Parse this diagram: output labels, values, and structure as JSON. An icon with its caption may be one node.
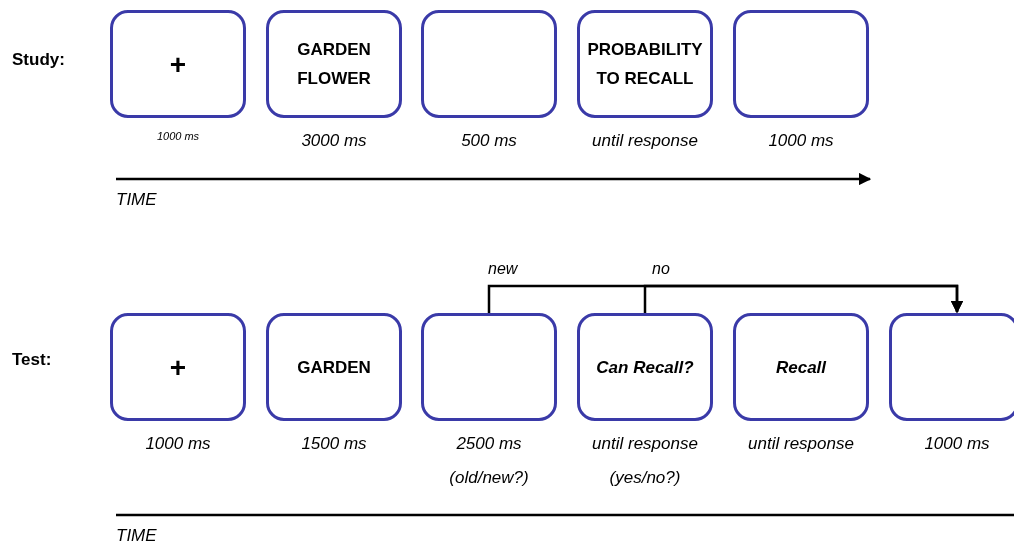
{
  "diagram": {
    "nodes": [
      {
        "text": [
          "+"
        ],
        "beside": [
          "1000 ms"
        ]
      },
      {
        "text": [
          "GARDEN FLOWER"
        ],
        "beside": [
          "3000 ms"
        ]
      },
      {
        "text": [],
        "shape": "box",
        "beside": [
          "500 ms"
        ]
      },
      {
        "text": [
          "PROBABILITY TO RECALL"
        ],
        "beside": [
          "until response"
        ]
      },
      {
        "text": [],
        "shape": "box",
        "beside": [
          "1000 ms"
        ]
      },
      {
        "text": [
          "+"
        ],
        "beside": [
          "1000 ms"
        ]
      },
      {
        "text": [
          "GARDEN"
        ],
        "beside": [
          "1500 ms"
        ]
      },
      {
        "text": [],
        "shape": "box",
        "beside": [
          "2500 ms",
          "(old/new?)"
        ]
      },
      {
        "text": [
          "Can Recall?"
        ],
        "beside": [
          "until response",
          "(yes/no?)"
        ]
      },
      {
        "text": [
          "Recall"
        ],
        "beside": [
          "until response"
        ]
      },
      {
        "text": [],
        "shape": "box",
        "beside": [
          "1000 ms"
        ]
      }
    ],
    "edges": [
      {
        "from": 7,
        "to": 10,
        "arrow": "to",
        "label": "new"
      },
      {
        "from": 8,
        "to": 10,
        "arrow": "to",
        "label": "no"
      }
    ],
    "labels": [
      "Study:",
      "TIME",
      "Test:",
      "TIME"
    ]
  }
}
